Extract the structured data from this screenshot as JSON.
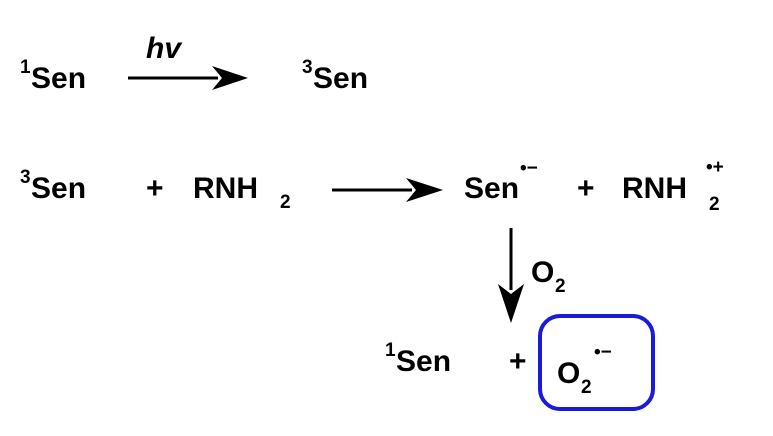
{
  "reaction1": {
    "reactant_sup": "1",
    "reactant": "Sen",
    "condition": "hv",
    "product_sup": "3",
    "product": "Sen"
  },
  "reaction2": {
    "reactant1_sup": "3",
    "reactant1": "Sen",
    "plus1": "+",
    "reactant2": "RNH",
    "reactant2_sub": "2",
    "product1": "Sen",
    "product1_charge": "•−",
    "plus2": "+",
    "product2": "RNH",
    "product2_sub": "2",
    "product2_charge": "•+"
  },
  "reaction3": {
    "reagent": "O",
    "reagent_sub": "2",
    "product1_sup": "1",
    "product1": "Sen",
    "plus": "+",
    "product2": "O",
    "product2_sub": "2",
    "product2_charge": "•−"
  },
  "colors": {
    "text": "#000000",
    "highlight_box": "#1a1adb"
  }
}
